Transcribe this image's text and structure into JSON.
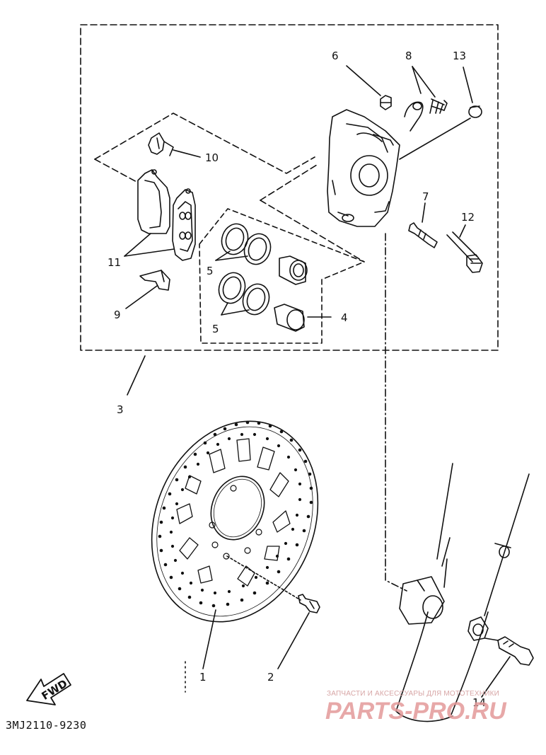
{
  "diagram": {
    "callouts": {
      "c1": "1",
      "c2": "2",
      "c3": "3",
      "c4": "4",
      "c5a": "5",
      "c5b": "5",
      "c6": "6",
      "c7": "7",
      "c8": "8",
      "c9": "9",
      "c10": "10",
      "c11": "11",
      "c12": "12",
      "c13": "13",
      "c14": "14"
    },
    "fwd_label": "FWD",
    "drawing_code": "3MJ2110-9230"
  },
  "watermark": {
    "tagline": "ЗАПЧАСТИ И АКСЕССУАРЫ ДЛЯ МОТОТЕХНИКИ",
    "brand": "PARTS-PRO.RU"
  },
  "colors": {
    "ink": "#111111",
    "watermark": "#e39a9a"
  }
}
